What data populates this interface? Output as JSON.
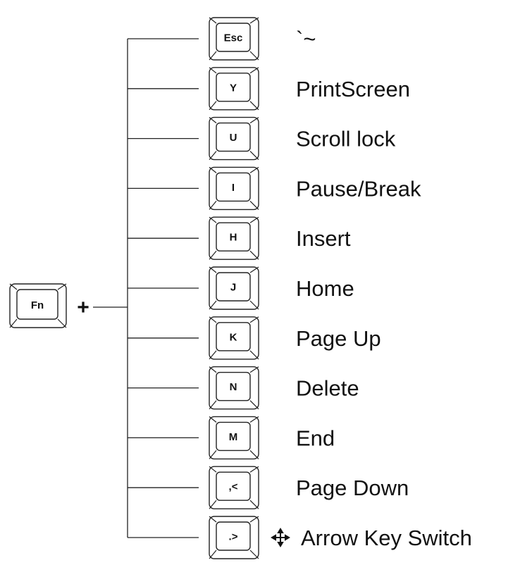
{
  "modifier_key": {
    "legend": "Fn"
  },
  "combinator": "+",
  "combos": [
    {
      "key": "Esc",
      "function": "`~"
    },
    {
      "key": "Y",
      "function": "PrintScreen"
    },
    {
      "key": "U",
      "function": "Scroll lock"
    },
    {
      "key": "I",
      "function": "Pause/Break"
    },
    {
      "key": "H",
      "function": "Insert"
    },
    {
      "key": "J",
      "function": "Home"
    },
    {
      "key": "K",
      "function": "Page Up"
    },
    {
      "key": "N",
      "function": "Delete"
    },
    {
      "key": "M",
      "function": "End"
    },
    {
      "key": ",<",
      "function": "Page Down"
    },
    {
      "key": ".>",
      "function": "Arrow Key  Switch",
      "icon": "four-way-arrow-icon"
    }
  ]
}
